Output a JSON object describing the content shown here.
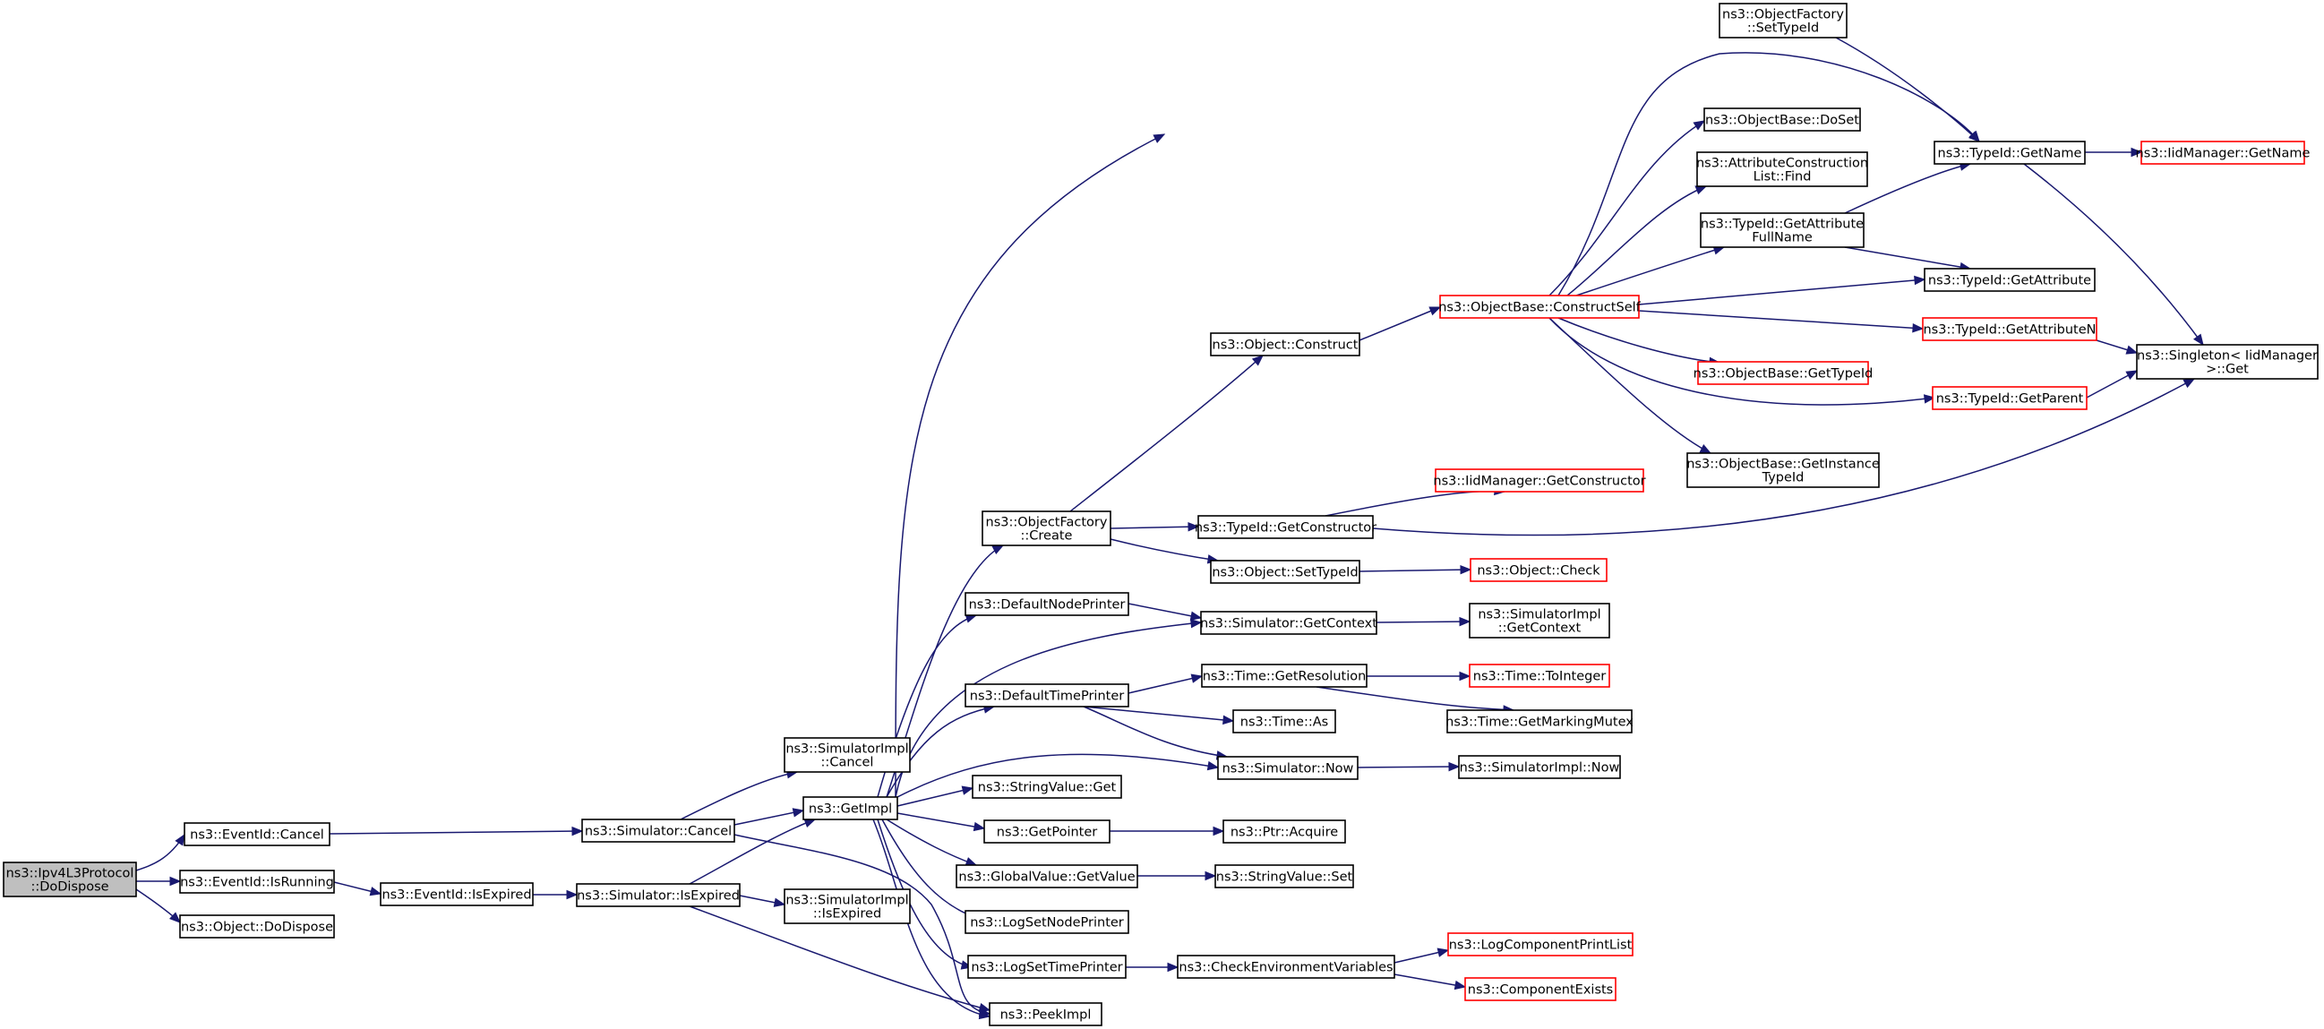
{
  "diagram": {
    "colors": {
      "edge": "#191970",
      "root_fill": "#bfbfbf",
      "node_fill": "#ffffff",
      "truncated_border": "#ff0000",
      "node_border": "#000000"
    },
    "nodes": [
      {
        "id": "root",
        "lines": [
          "ns3::Ipv4L3Protocol",
          "::DoDispose"
        ],
        "style": "root"
      },
      {
        "id": "eventid_cancel",
        "lines": [
          "ns3::EventId::Cancel"
        ],
        "style": "normal"
      },
      {
        "id": "eventid_isrunning",
        "lines": [
          "ns3::EventId::IsRunning"
        ],
        "style": "normal"
      },
      {
        "id": "object_dodispose",
        "lines": [
          "ns3::Object::DoDispose"
        ],
        "style": "normal"
      },
      {
        "id": "eventid_isexpired",
        "lines": [
          "ns3::EventId::IsExpired"
        ],
        "style": "normal"
      },
      {
        "id": "simulator_cancel",
        "lines": [
          "ns3::Simulator::Cancel"
        ],
        "style": "normal"
      },
      {
        "id": "simulator_isexpired",
        "lines": [
          "ns3::Simulator::IsExpired"
        ],
        "style": "normal"
      },
      {
        "id": "simimpl_cancel",
        "lines": [
          "ns3::SimulatorImpl",
          "::Cancel"
        ],
        "style": "normal"
      },
      {
        "id": "getimpl",
        "lines": [
          "ns3::GetImpl"
        ],
        "style": "normal"
      },
      {
        "id": "simimpl_isexpired",
        "lines": [
          "ns3::SimulatorImpl",
          "::IsExpired"
        ],
        "style": "normal"
      },
      {
        "id": "peekimpl",
        "lines": [
          "ns3::PeekImpl"
        ],
        "style": "normal"
      },
      {
        "id": "objectfactory_create",
        "lines": [
          "ns3::ObjectFactory",
          "::Create"
        ],
        "style": "normal"
      },
      {
        "id": "defaultnodeprinter",
        "lines": [
          "ns3::DefaultNodePrinter"
        ],
        "style": "normal"
      },
      {
        "id": "defaulttimeprinter",
        "lines": [
          "ns3::DefaultTimePrinter"
        ],
        "style": "normal"
      },
      {
        "id": "stringvalue_get",
        "lines": [
          "ns3::StringValue::Get"
        ],
        "style": "normal"
      },
      {
        "id": "getpointer",
        "lines": [
          "ns3::GetPointer"
        ],
        "style": "normal"
      },
      {
        "id": "globalvalue_getvalue",
        "lines": [
          "ns3::GlobalValue::GetValue"
        ],
        "style": "normal"
      },
      {
        "id": "logsetnodeprinter",
        "lines": [
          "ns3::LogSetNodePrinter"
        ],
        "style": "normal"
      },
      {
        "id": "logsettimeprinter",
        "lines": [
          "ns3::LogSetTimePrinter"
        ],
        "style": "normal"
      },
      {
        "id": "object_construct",
        "lines": [
          "ns3::Object::Construct"
        ],
        "style": "normal"
      },
      {
        "id": "typeid_getconstructor",
        "lines": [
          "ns3::TypeId::GetConstructor"
        ],
        "style": "normal"
      },
      {
        "id": "object_settypeid",
        "lines": [
          "ns3::Object::SetTypeId"
        ],
        "style": "normal"
      },
      {
        "id": "simulator_getcontext",
        "lines": [
          "ns3::Simulator::GetContext"
        ],
        "style": "normal"
      },
      {
        "id": "time_getresolution",
        "lines": [
          "ns3::Time::GetResolution"
        ],
        "style": "normal"
      },
      {
        "id": "time_as",
        "lines": [
          "ns3::Time::As"
        ],
        "style": "normal"
      },
      {
        "id": "simulator_now",
        "lines": [
          "ns3::Simulator::Now"
        ],
        "style": "normal"
      },
      {
        "id": "ptr_acquire",
        "lines": [
          "ns3::Ptr::Acquire"
        ],
        "style": "normal"
      },
      {
        "id": "stringvalue_set",
        "lines": [
          "ns3::StringValue::Set"
        ],
        "style": "normal"
      },
      {
        "id": "checkenvvars",
        "lines": [
          "ns3::CheckEnvironmentVariables"
        ],
        "style": "normal"
      },
      {
        "id": "objectfactory_settypeid",
        "lines": [
          "ns3::ObjectFactory",
          "::SetTypeId"
        ],
        "style": "normal"
      },
      {
        "id": "objectbase_constructself",
        "lines": [
          "ns3::ObjectBase::ConstructSelf"
        ],
        "style": "truncated"
      },
      {
        "id": "iidmanager_getconstructor",
        "lines": [
          "ns3::IidManager::GetConstructor"
        ],
        "style": "truncated"
      },
      {
        "id": "object_check",
        "lines": [
          "ns3::Object::Check"
        ],
        "style": "truncated"
      },
      {
        "id": "simimpl_getcontext",
        "lines": [
          "ns3::SimulatorImpl",
          "::GetContext"
        ],
        "style": "normal"
      },
      {
        "id": "time_tointeger",
        "lines": [
          "ns3::Time::ToInteger"
        ],
        "style": "truncated"
      },
      {
        "id": "time_getmarkingmutex",
        "lines": [
          "ns3::Time::GetMarkingMutex"
        ],
        "style": "normal"
      },
      {
        "id": "simimpl_now",
        "lines": [
          "ns3::SimulatorImpl::Now"
        ],
        "style": "normal"
      },
      {
        "id": "logcomponentprintlist",
        "lines": [
          "ns3::LogComponentPrintList"
        ],
        "style": "truncated"
      },
      {
        "id": "componentexists",
        "lines": [
          "ns3::ComponentExists"
        ],
        "style": "truncated"
      },
      {
        "id": "objectbase_doset",
        "lines": [
          "ns3::ObjectBase::DoSet"
        ],
        "style": "normal"
      },
      {
        "id": "attrconstructionlist_find",
        "lines": [
          "ns3::AttributeConstruction",
          "List::Find"
        ],
        "style": "normal"
      },
      {
        "id": "typeid_getattributefullname",
        "lines": [
          "ns3::TypeId::GetAttribute",
          "FullName"
        ],
        "style": "normal"
      },
      {
        "id": "objectbase_gettypeid",
        "lines": [
          "ns3::ObjectBase::GetTypeId"
        ],
        "style": "truncated"
      },
      {
        "id": "objectbase_getinstancetypeid",
        "lines": [
          "ns3::ObjectBase::GetInstance",
          "TypeId"
        ],
        "style": "normal"
      },
      {
        "id": "typeid_getname",
        "lines": [
          "ns3::TypeId::GetName"
        ],
        "style": "normal"
      },
      {
        "id": "typeid_getattribute",
        "lines": [
          "ns3::TypeId::GetAttribute"
        ],
        "style": "normal"
      },
      {
        "id": "typeid_getattributen",
        "lines": [
          "ns3::TypeId::GetAttributeN"
        ],
        "style": "truncated"
      },
      {
        "id": "typeid_getparent",
        "lines": [
          "ns3::TypeId::GetParent"
        ],
        "style": "truncated"
      },
      {
        "id": "iidmanager_getname",
        "lines": [
          "ns3::IidManager::GetName"
        ],
        "style": "truncated"
      },
      {
        "id": "singleton_get",
        "lines": [
          "ns3::Singleton< IidManager",
          " >::Get"
        ],
        "style": "normal"
      }
    ]
  }
}
